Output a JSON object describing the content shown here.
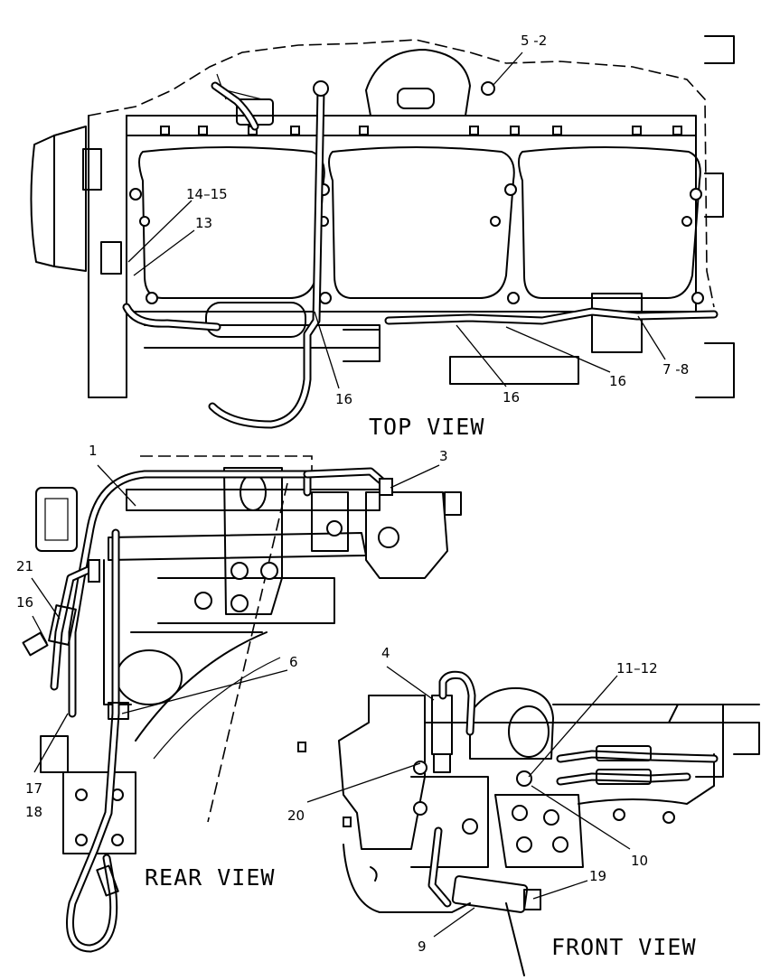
{
  "views": {
    "top": "TOP VIEW",
    "rear": "REAR VIEW",
    "front": "FRONT VIEW"
  },
  "callouts": {
    "c5_2": "5 -2",
    "c14_15": "14–15",
    "c13": "13",
    "c16_a": "16",
    "c16_b": "16",
    "c16_c": "16",
    "c7_8": "7 -8",
    "c1": "1",
    "c3": "3",
    "c21": "21",
    "c16_d": "16",
    "c6": "6",
    "c17": "17",
    "c18": "18",
    "c4": "4",
    "c11_12": "11–12",
    "c20": "20",
    "c10": "10",
    "c19": "19",
    "c9": "9"
  }
}
